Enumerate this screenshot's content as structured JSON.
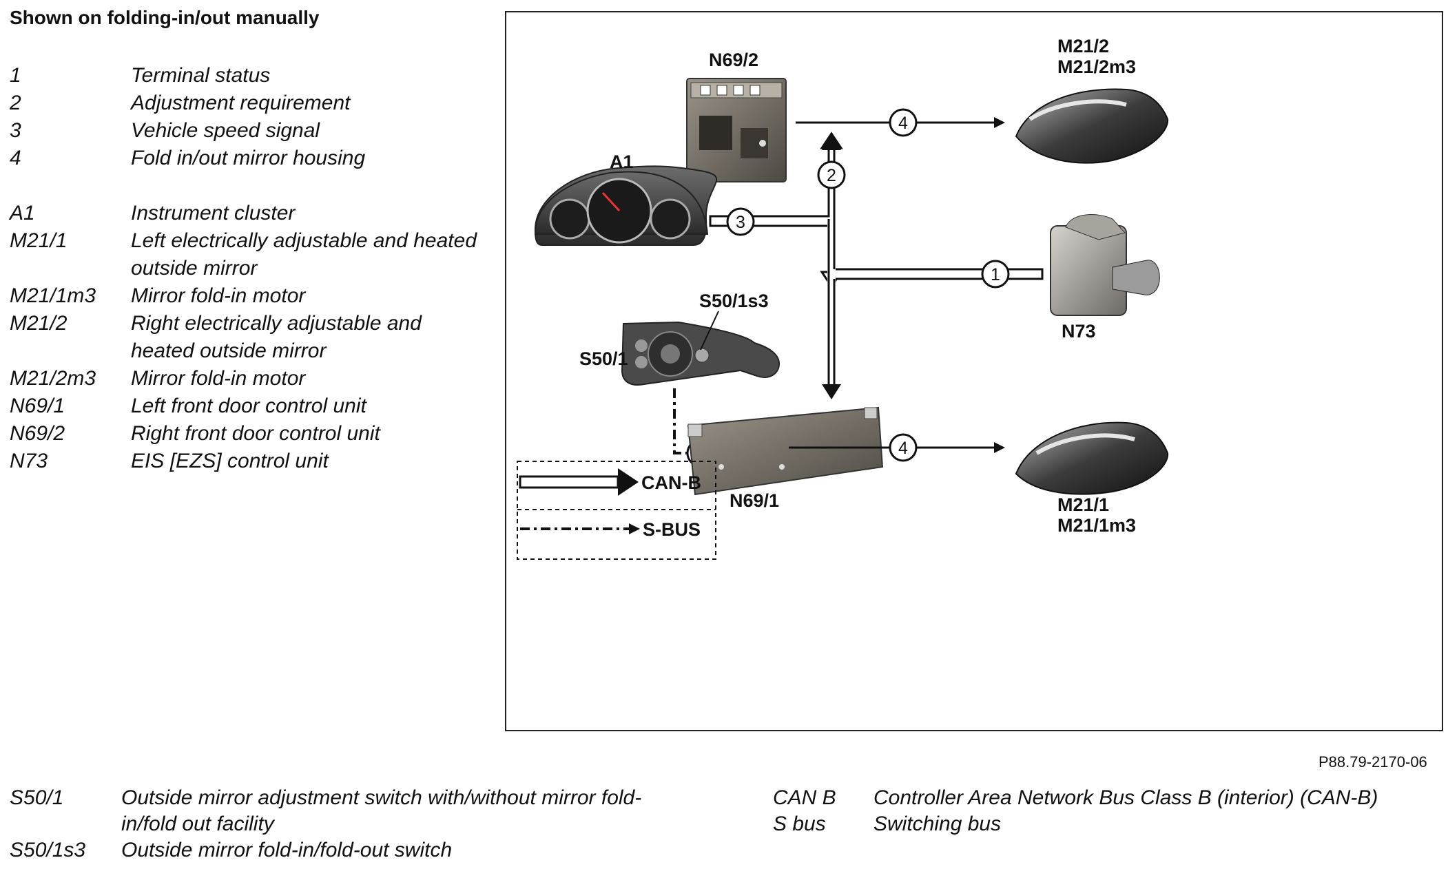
{
  "heading": "Shown on folding-in/out manually",
  "legend_top": {
    "numbers": [
      {
        "code": "1",
        "desc": "Terminal status"
      },
      {
        "code": "2",
        "desc": "Adjustment requirement"
      },
      {
        "code": "3",
        "desc": "Vehicle speed signal"
      },
      {
        "code": "4",
        "desc": "Fold in/out mirror housing"
      }
    ],
    "components": [
      {
        "code": "A1",
        "desc": "Instrument cluster"
      },
      {
        "code": "M21/1",
        "desc": "Left electrically adjustable and heated outside mirror"
      },
      {
        "code": "M21/1m3",
        "desc": "Mirror fold-in motor"
      },
      {
        "code": "M21/2",
        "desc": "Right electrically adjustable and heated outside mirror"
      },
      {
        "code": "M21/2m3",
        "desc": "Mirror fold-in motor"
      },
      {
        "code": "N69/1",
        "desc": "Left front door control unit"
      },
      {
        "code": "N69/2",
        "desc": "Right front door control unit"
      },
      {
        "code": "N73",
        "desc": "EIS [EZS] control unit"
      }
    ]
  },
  "diagram": {
    "labels": {
      "n69_2": "N69/2",
      "m21_2_a": "M21/2",
      "m21_2_b": "M21/2m3",
      "a1": "A1",
      "n73": "N73",
      "s50_1s3": "S50/1s3",
      "s50_1": "S50/1",
      "n69_1": "N69/1",
      "m21_1_a": "M21/1",
      "m21_1_b": "M21/1m3"
    },
    "markers": {
      "to_right_mirror": "4",
      "adjust_req_top": "2",
      "speed_signal": "3",
      "terminal_status": "1",
      "adjust_req_sbus": "2",
      "to_left_mirror": "4"
    },
    "key": {
      "can_b": "CAN-B",
      "s_bus": "S-BUS"
    }
  },
  "figure_id": "P88.79-2170-06",
  "legend_bottom_left": [
    {
      "code": "S50/1",
      "desc": "Outside mirror adjustment switch with/without mirror fold-in/fold out facility"
    },
    {
      "code": "S50/1s3",
      "desc": "Outside mirror fold-in/fold-out switch"
    }
  ],
  "legend_bottom_right": [
    {
      "code": "CAN B",
      "desc": "Controller Area Network Bus Class B (interior) (CAN-B)"
    },
    {
      "code": "S bus",
      "desc": "Switching bus"
    }
  ]
}
